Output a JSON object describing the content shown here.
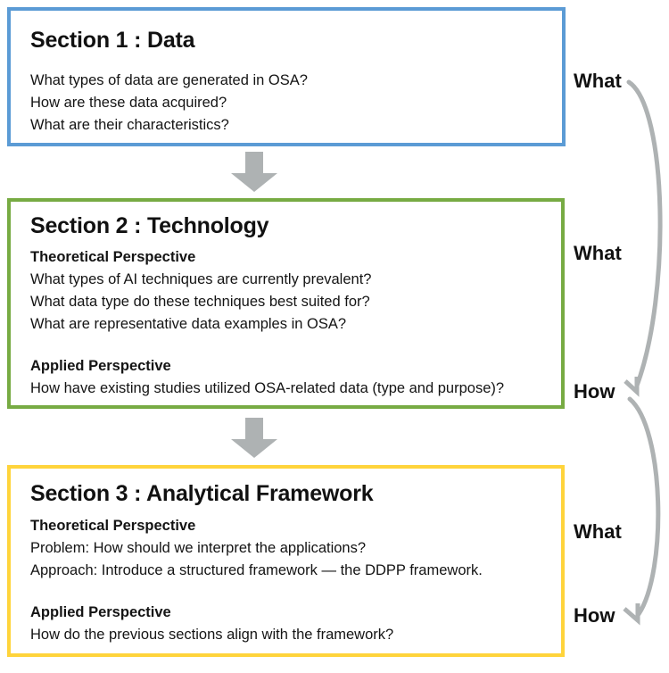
{
  "diagram": {
    "type": "flowchart",
    "orientation": "vertical",
    "background": "#FFFFFF"
  },
  "sections": [
    {
      "id": "section-1",
      "title": "Section 1 : Data",
      "border_color": "#5B9BD5",
      "groups": [
        {
          "heading": "",
          "lines": [
            "What types of data are generated in OSA?",
            "How are these data acquired?",
            "What are their characteristics?"
          ]
        }
      ]
    },
    {
      "id": "section-2",
      "title": "Section 2 : Technology",
      "border_color": "#77AB43",
      "groups": [
        {
          "heading": "Theoretical Perspective",
          "lines": [
            "What types of AI techniques are currently prevalent?",
            "What data type do these techniques best suited for?",
            "What are representative data examples in OSA?"
          ]
        },
        {
          "heading": "Applied Perspective",
          "lines": [
            "How have existing studies utilized OSA-related data (type and purpose)?"
          ]
        }
      ]
    },
    {
      "id": "section-3",
      "title": "Section 3 : Analytical Framework",
      "border_color": "#FFD43B",
      "groups": [
        {
          "heading": "Theoretical Perspective",
          "lines": [
            "Problem: How should we interpret the applications?",
            "Approach: Introduce a structured framework — the DDPP framework."
          ]
        },
        {
          "heading": "Applied Perspective",
          "lines": [
            "How do the previous sections align with the framework?"
          ]
        }
      ]
    }
  ],
  "flow_arrows": [
    {
      "id": "arrow-1to2",
      "icon": "down-block-arrow",
      "color": "#A6A6A6",
      "from": "section-1",
      "to": "section-2"
    },
    {
      "id": "arrow-2to3",
      "icon": "down-block-arrow",
      "color": "#A6A6A6",
      "from": "section-2",
      "to": "section-3"
    }
  ],
  "side_labels": [
    {
      "id": "what-1",
      "text": "What",
      "aligned_to": "section-1"
    },
    {
      "id": "what-2",
      "text": "What",
      "aligned_to": "section-2"
    },
    {
      "id": "how-1",
      "text": "How",
      "aligned_to": "section-2"
    },
    {
      "id": "what-3",
      "text": "What",
      "aligned_to": "section-3"
    },
    {
      "id": "how-2",
      "text": "How",
      "aligned_to": "section-3"
    }
  ],
  "curved_arrows": [
    {
      "id": "curve-what1-to-how1",
      "color": "#A6A6A6",
      "from": "what-1",
      "to": "how-1"
    },
    {
      "id": "curve-how1-to-how2",
      "color": "#A6A6A6",
      "from": "how-1",
      "to": "how-2"
    }
  ]
}
